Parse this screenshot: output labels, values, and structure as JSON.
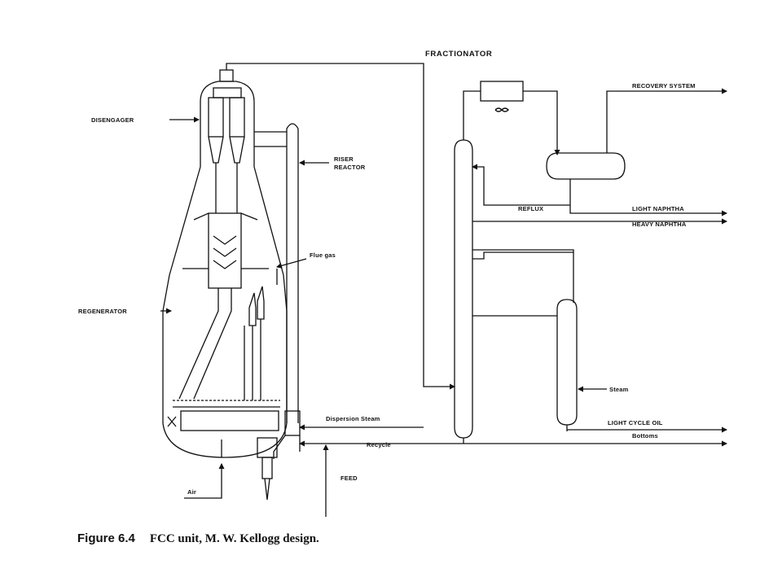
{
  "diagram": {
    "fractionator": "FRACTIONATOR",
    "recovery_system": "RECOVERY SYSTEM",
    "disengager": "DISENGAGER",
    "riser_reactor_line1": "RISER",
    "riser_reactor_line2": "REACTOR",
    "reflux": "REFLUX",
    "light_naphtha": "LIGHT NAPHTHA",
    "heavy_naphtha": "HEAVY NAPHTHA",
    "flue_gas": "Flue gas",
    "regenerator": "REGENERATOR",
    "steam": "Steam",
    "light_cycle_oil": "LIGHT CYCLE OIL",
    "dispersion_steam": "Dispersion Steam",
    "bottoms": "Bottoms",
    "recycle": "Recycle",
    "feed": "FEED",
    "air": "Air"
  },
  "caption": {
    "figure_number": "Figure 6.4",
    "text": "FCC unit, M. W. Kellogg design."
  }
}
